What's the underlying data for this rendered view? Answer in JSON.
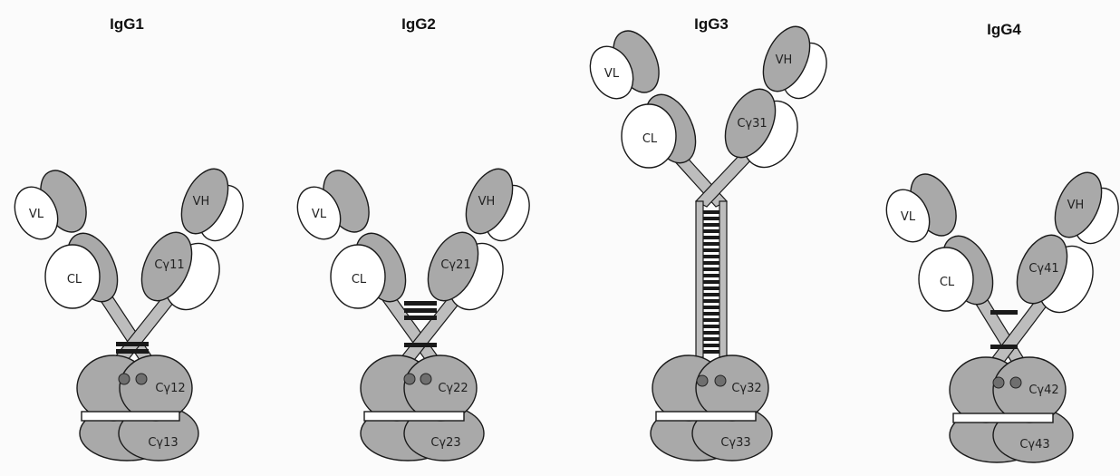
{
  "antibodies": [
    {
      "title": "IgG1",
      "labels": {
        "vl": "VL",
        "vh": "VH",
        "cl": "CL",
        "ch1": "Cγ11",
        "ch2": "Cγ12",
        "ch3": "Cγ13"
      }
    },
    {
      "title": "IgG2",
      "labels": {
        "vl": "VL",
        "vh": "VH",
        "cl": "CL",
        "ch1": "Cγ21",
        "ch2": "Cγ22",
        "ch3": "Cγ23"
      }
    },
    {
      "title": "IgG3",
      "labels": {
        "vl": "VL",
        "vh": "VH",
        "cl": "CL",
        "ch1": "Cγ31",
        "ch2": "Cγ32",
        "ch3": "Cγ33"
      }
    },
    {
      "title": "IgG4",
      "labels": {
        "vl": "VL",
        "vh": "VH",
        "cl": "CL",
        "ch1": "Cγ41",
        "ch2": "Cγ42",
        "ch3": "Cγ43"
      }
    }
  ],
  "colors": {
    "heavy_chain": "#a9a9a9",
    "light_chain": "#ffffff",
    "disulfide_bond": "#1a1a1a"
  }
}
